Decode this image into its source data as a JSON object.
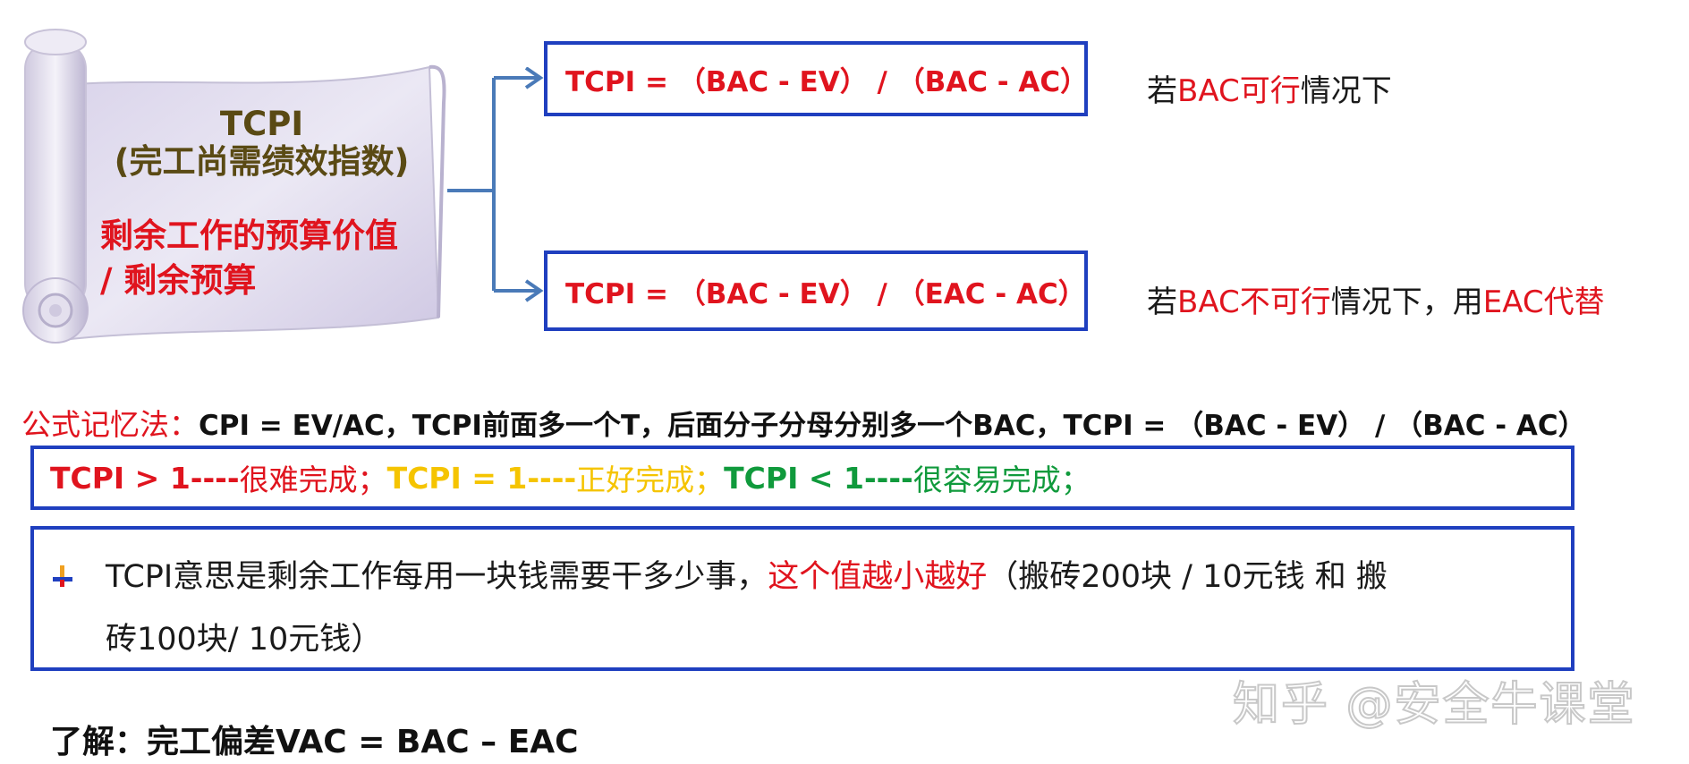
{
  "scroll": {
    "title_line1": "TCPI",
    "title_line2": "(完工尚需绩效指数)",
    "body_line1": "剩余工作的预算价值",
    "body_line2": "/  剩余预算"
  },
  "formula_top": {
    "formula": "TCPI  =  （BAC - EV）  /  （BAC - AC）",
    "note_prefix": "若",
    "note_red": "BAC可行",
    "note_suffix": "情况下"
  },
  "formula_bottom": {
    "formula": "TCPI  =  （BAC - EV）  /  （EAC - AC）",
    "note_prefix": "若",
    "note_red1": "BAC不可行",
    "note_mid": "情况下，用",
    "note_red2": "EAC代替"
  },
  "memory": {
    "label": "公式记忆法：",
    "text": "CPI = EV/AC，TCPI前面多一个T，后面分子分母分别多一个BAC，",
    "t_red": "T",
    "t_rest": "CPI  =  （",
    "bac1": "BAC",
    "mid1": " - EV）  /  （",
    "bac2": "BAC",
    "mid2": " - AC）"
  },
  "rules": {
    "r1_formula": "TCPI > 1----",
    "r1_text": "很难完成；",
    "r2_formula": "TCPI = 1----",
    "r2_text": "正好完成；",
    "r3_formula": "TCPI  < 1----",
    "r3_text": "很容易完成；"
  },
  "explanation": {
    "line1_a": "TCPI意思是剩余工作每用一块钱需要干多少事，",
    "line1_red": "这个值越小越好",
    "line1_b": "（搬砖200块 / 10元钱   和  搬",
    "line2": "砖100块/ 10元钱）"
  },
  "footer": {
    "text": "了解：完工偏差VAC = BAC – EAC"
  },
  "watermark": {
    "text": "知乎 @安全牛课堂"
  },
  "colors": {
    "box_border": "#1f3fbf",
    "red": "#e0141e",
    "yellow": "#f5c400",
    "green": "#109a3c",
    "connector": "#4a7ab8"
  }
}
